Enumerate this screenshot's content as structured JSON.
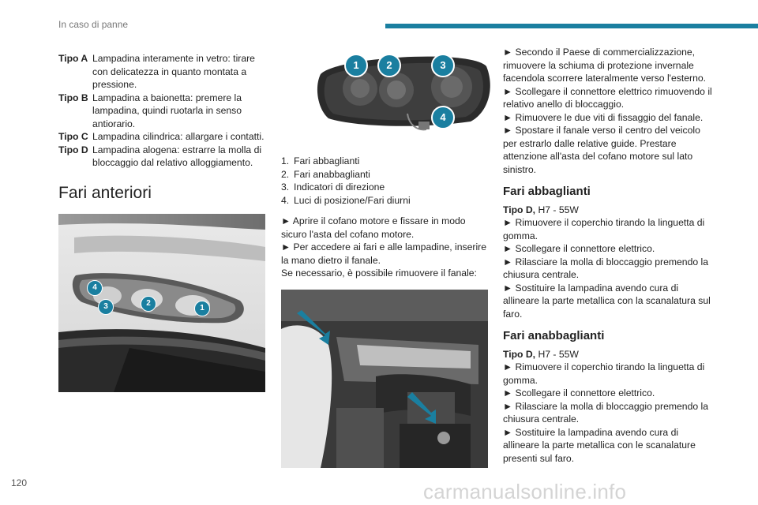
{
  "header": {
    "title": "In caso di panne",
    "bar_color": "#1a7fa0"
  },
  "page_number": "120",
  "watermark": "carmanualsonline.info",
  "bulb_types": [
    {
      "label": "Tipo A",
      "text": "Lampadina interamente in vetro: tirare con delicatezza in quanto montata a pressione."
    },
    {
      "label": "Tipo B",
      "text": "Lampadina a baionetta: premere la lampadina, quindi ruotarla in senso antiorario."
    },
    {
      "label": "Tipo C",
      "text": "Lampadina cilindrica: allargare i contatti."
    },
    {
      "label": "Tipo D",
      "text": "Lampadina alogena: estrarre la molla di bloccaggio dal relativo alloggiamento."
    }
  ],
  "section_title": "Fari anteriori",
  "front_image_markers": [
    "4",
    "3",
    "2",
    "1"
  ],
  "rear_image_markers": [
    "1",
    "2",
    "3",
    "4"
  ],
  "lamp_list": [
    {
      "n": "1.",
      "text": "Fari abbaglianti"
    },
    {
      "n": "2.",
      "text": "Fari anabbaglianti"
    },
    {
      "n": "3.",
      "text": "Indicatori di direzione"
    },
    {
      "n": "4.",
      "text": "Luci di posizione/Fari diurni"
    }
  ],
  "middle_paragraphs": [
    "► Aprire il cofano motore e fissare in modo sicuro l'asta del cofano motore.",
    "► Per accedere ai fari e alle lampadine, inserire la mano dietro il fanale.",
    "Se necessario, è possibile rimuovere il fanale:"
  ],
  "right_intro": [
    "► Secondo il Paese di commercializzazione, rimuovere la schiuma di protezione invernale facendola scorrere lateralmente verso l'esterno.",
    "► Scollegare il connettore elettrico rimuovendo il relativo anello di bloccaggio.",
    "► Rimuovere le due viti di fissaggio del fanale.",
    "► Spostare il fanale verso il centro del veicolo per estrarlo dalle relative guide. Prestare attenzione all'asta del cofano motore sul lato sinistro."
  ],
  "high_beam": {
    "title": "Fari abbaglianti",
    "spec_label": "Tipo D,",
    "spec_value": " H7 - 55W",
    "steps": [
      "► Rimuovere il coperchio tirando la linguetta di gomma.",
      "► Scollegare il connettore elettrico.",
      "► Rilasciare la molla di bloccaggio premendo la chiusura centrale.",
      "► Sostituire la lampadina avendo cura di allineare la parte metallica con la scanalatura sul faro."
    ]
  },
  "low_beam": {
    "title": "Fari anabbaglianti",
    "spec_label": "Tipo D,",
    "spec_value": " H7 - 55W",
    "steps": [
      "► Rimuovere il coperchio tirando la linguetta di gomma.",
      "► Scollegare il connettore elettrico.",
      "► Rilasciare la molla di bloccaggio premendo la chiusura centrale.",
      "► Sostituire la lampadina avendo cura di allineare la parte metallica con le scanalature presenti sul faro."
    ]
  },
  "colors": {
    "marker": "#1a7fa0",
    "accent": "#1a7fa0"
  }
}
